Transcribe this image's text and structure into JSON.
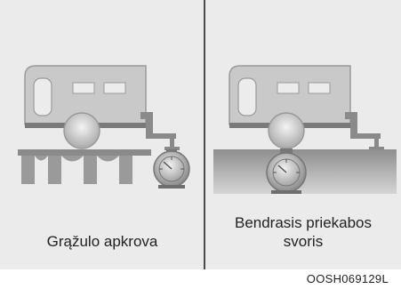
{
  "captions": {
    "left": "Grąžulo apkrova",
    "right_line1": "Bendrasis priekabos",
    "right_line2": "svoris"
  },
  "figure_code": "OOSH069129L",
  "colors": {
    "panel": "#ebebeb",
    "trailer_body": "#c8c8c8",
    "trailer_outline": "#9a9a9a",
    "dark": "#6e6e6e",
    "divider": "#4a4a4a"
  },
  "icons": [
    "trailer-icon",
    "scale-icon",
    "support-stand-icon",
    "ground-icon"
  ]
}
